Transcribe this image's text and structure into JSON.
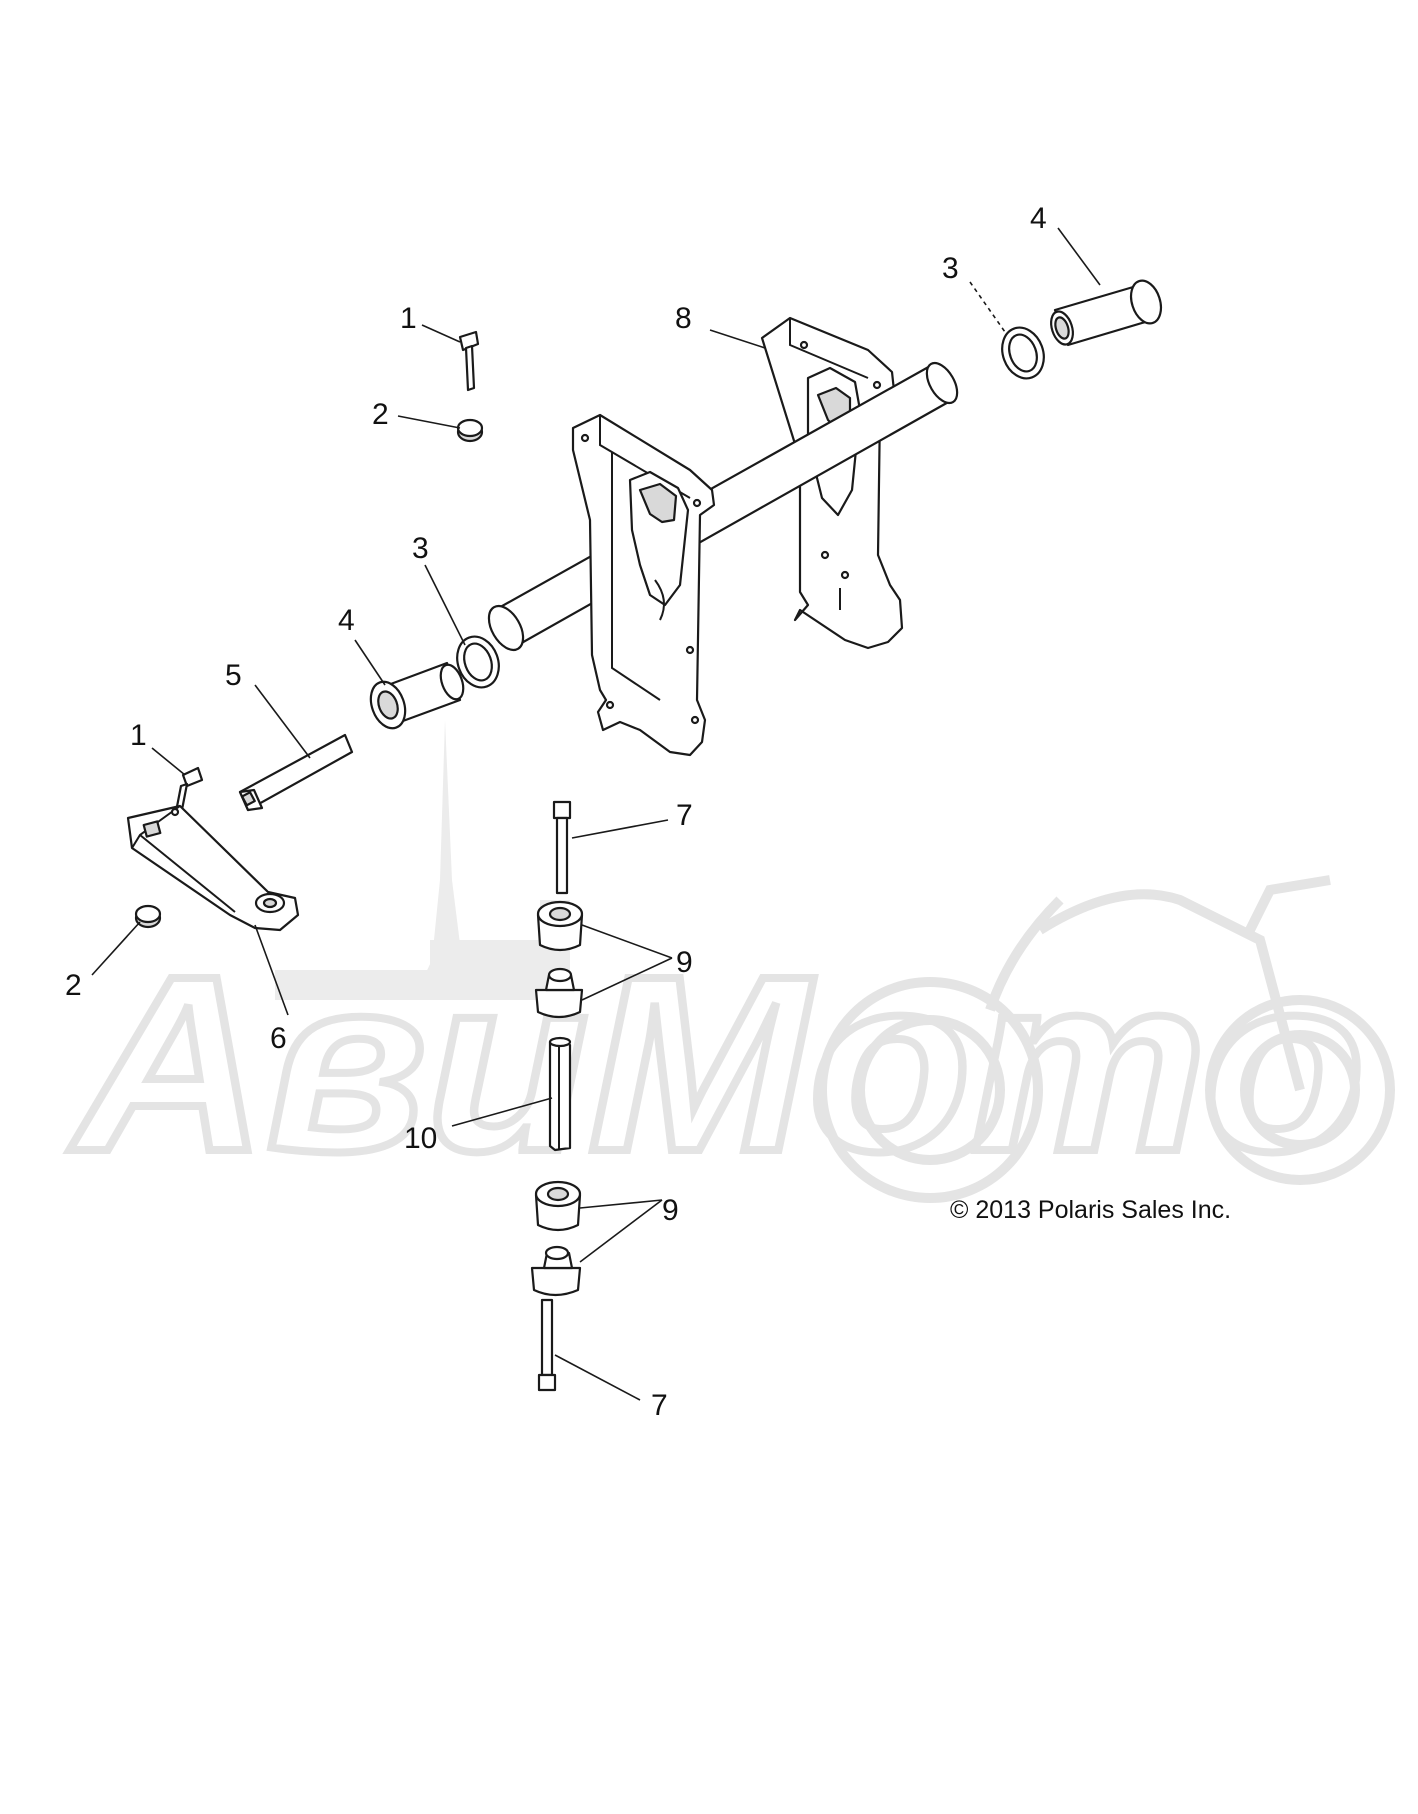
{
  "watermark": {
    "text": "АвиМото"
  },
  "copyright": "© 2013 Polaris Sales Inc.",
  "callouts": {
    "c1_top": "1",
    "c2_top": "2",
    "c3_right": "4",
    "c3_top": "3",
    "c8": "8",
    "c3_mid": "3",
    "c4_mid": "4",
    "c5": "5",
    "c1_left": "1",
    "c2_left": "2",
    "c6": "6",
    "c7_top": "7",
    "c9_top": "9",
    "c10": "10",
    "c9_bottom": "9",
    "c7_bottom": "7"
  }
}
